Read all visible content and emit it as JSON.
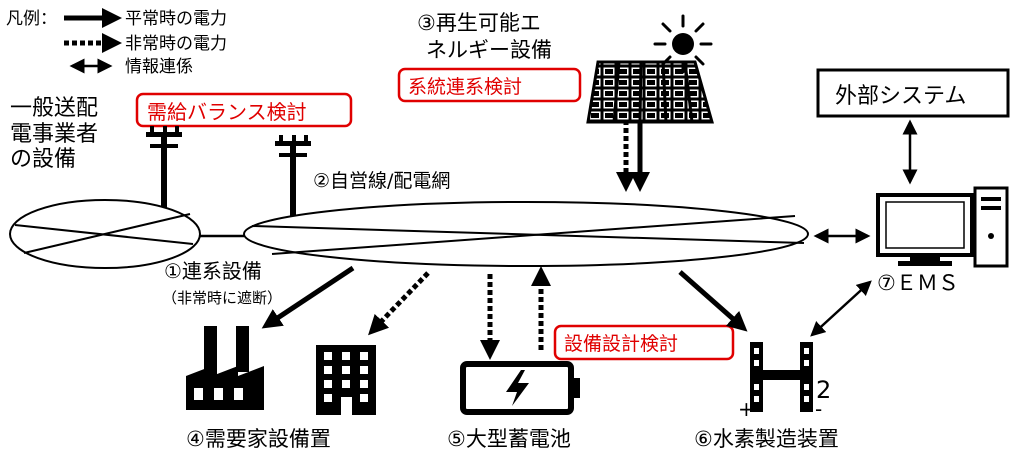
{
  "legend": {
    "heading": "凡例：",
    "items": [
      {
        "label": "平常時の電力",
        "style": "solid-arrow"
      },
      {
        "label": "非常時の電力",
        "style": "dashed-arrow"
      },
      {
        "label": "情報連係",
        "style": "double-arrow"
      }
    ]
  },
  "utility": {
    "line1": "一般送配",
    "line2": "電事業者",
    "line3": "の設備"
  },
  "checks": {
    "supply_demand": "需給バランス検討",
    "grid_connection": "系統連系検討",
    "equipment_design": "設備設計検討"
  },
  "components": {
    "interconnection": "①連系設備",
    "interconnection_note": "（非常時に遮断）",
    "private_grid": "②自営線/配電網",
    "renewable_line1": "③再生可能エ",
    "renewable_line2": "ネルギー設備",
    "consumer": "④需要家設備置",
    "battery": "⑤大型蓄電池",
    "hydrogen": "⑥水素製造装置",
    "ems": "⑦ＥＭＳ",
    "external_system": "外部システム"
  },
  "hydrogen_icon": {
    "plus": "+",
    "minus": "-",
    "subscript": "2"
  },
  "colors": {
    "accent_red": "#e00000",
    "ink": "#000000"
  }
}
